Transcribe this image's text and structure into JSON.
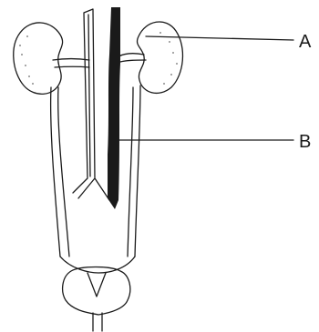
{
  "diagram": {
    "labels": [
      {
        "id": "A",
        "text": "A"
      },
      {
        "id": "B",
        "text": "B"
      }
    ],
    "colors": {
      "ink": "#1a1a1a",
      "background": "#ffffff",
      "kidney_stipple": "#6a6a6a"
    }
  }
}
